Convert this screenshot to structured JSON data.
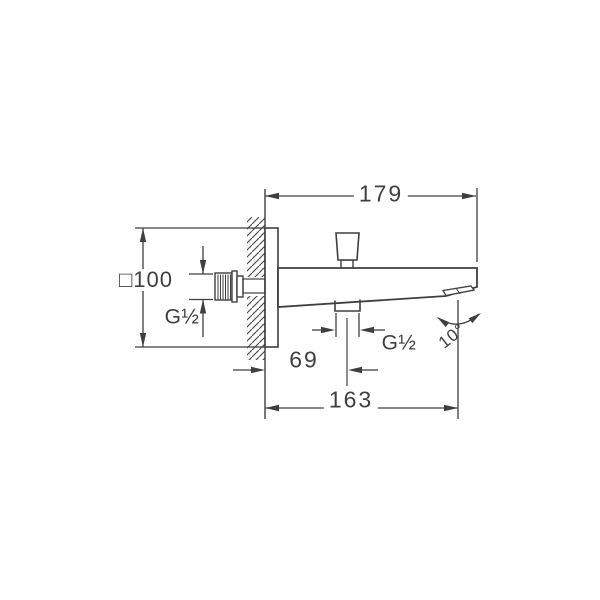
{
  "drawing": {
    "ink_color": "#3f3f3f",
    "labels": {
      "overall_length": "179",
      "plate_size": "□100",
      "wall_thread": "G½",
      "outlet_thread": "G½",
      "outlet_offset": "69",
      "spout_reach": "163",
      "spout_angle": "10°"
    }
  }
}
